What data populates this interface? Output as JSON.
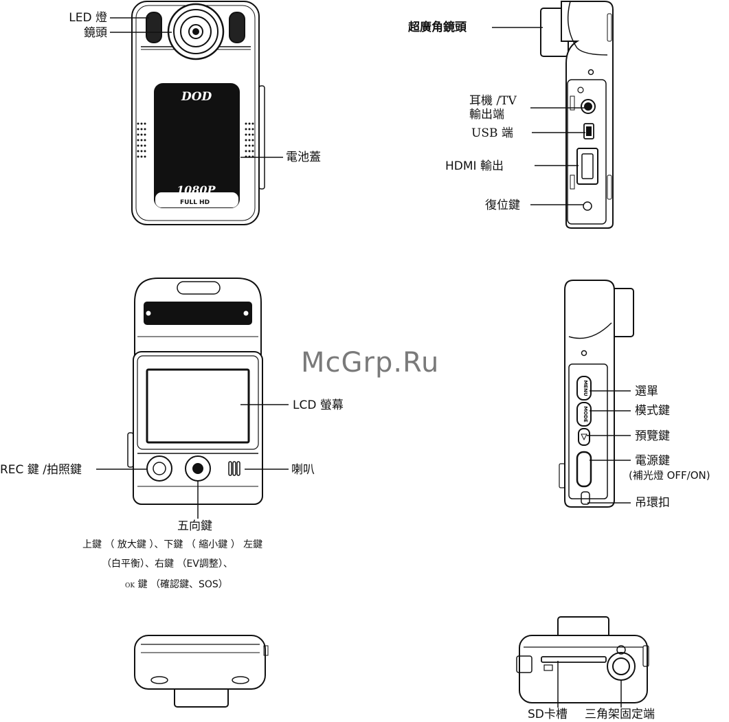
{
  "front_view": {
    "led_label": "LED 燈",
    "lens_label": "鏡頭",
    "battery_cover_label": "電池蓋",
    "logo_text": "DOD",
    "res_text": "1080P",
    "fullhd_text": "FULL HD"
  },
  "side_view_top": {
    "wide_lens_label": "超廣角鏡頭",
    "earphone_label_1": "耳機 /TV",
    "earphone_label_2": "輸出端",
    "usb_label": "USB 端",
    "hdmi_label": "HDMI 輸出",
    "reset_label": "復位鍵"
  },
  "back_view": {
    "lcd_label": "LCD 螢幕",
    "rec_label": "REC 鍵 /拍照鍵",
    "speaker_label": "喇叭",
    "five_way_label": "五向鍵",
    "desc_line_1": "上鍵 （ 放大鍵 ）、下鍵 （ 縮小鍵 ） 左鍵",
    "desc_line_2": "（白平衡）、右鍵 （EV調整）、",
    "desc_line_3_a": "OK",
    "desc_line_3_b": "鍵 （確認鍵、SOS）"
  },
  "side_view_bottom": {
    "menu_label": "選單",
    "mode_label": "模式鍵",
    "preview_label": "預覽鍵",
    "power_label": "電源鍵",
    "power_sub_label": "(補光燈 OFF/ON)",
    "strap_label": "吊環扣",
    "menu_btn_text": "MENU",
    "mode_btn_text": "MODE"
  },
  "bottom_view": {
    "sd_label": "SD卡槽",
    "tripod_label": "三角架固定端"
  },
  "watermark": "McGrp.Ru"
}
